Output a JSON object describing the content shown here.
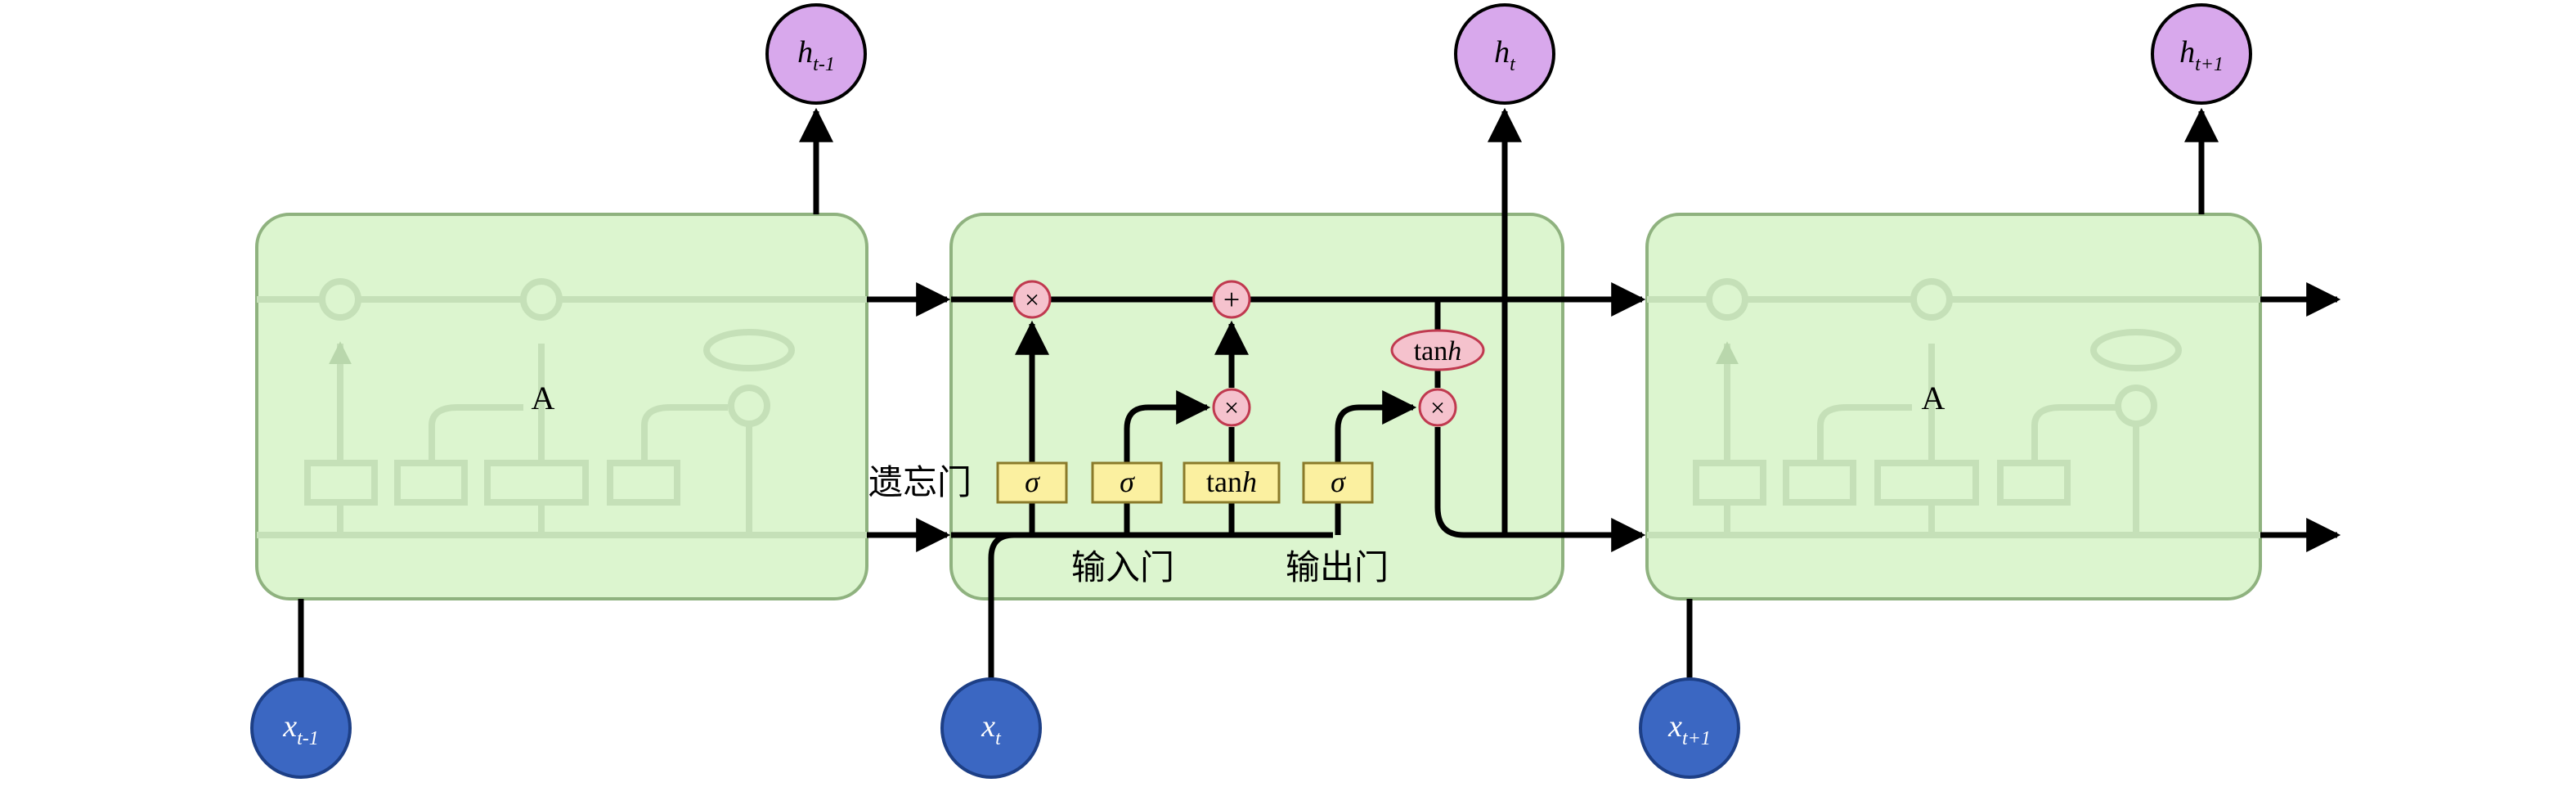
{
  "cells": [
    {
      "id": "prev",
      "label": "A",
      "input": {
        "base": "x",
        "sub": "t-1"
      },
      "output": {
        "base": "h",
        "sub": "t-1"
      }
    },
    {
      "id": "curr",
      "label": "",
      "input": {
        "base": "x",
        "sub": "t"
      },
      "output": {
        "base": "h",
        "sub": "t"
      }
    },
    {
      "id": "next",
      "label": "A",
      "input": {
        "base": "x",
        "sub": "t+1"
      },
      "output": {
        "base": "h",
        "sub": "t+1"
      }
    }
  ],
  "gates": {
    "sigma": "σ",
    "tanh_base": "tan",
    "tanh_var": "h",
    "multiply": "×",
    "add": "+"
  },
  "gate_labels": {
    "forget": "遗忘门",
    "input": "输入门",
    "output": "输出门"
  },
  "colors": {
    "cell_fill": "#dcf5cf",
    "cell_border": "#8fb27f",
    "gate_fill": "#fbf0a0",
    "gate_border": "#8a7a2a",
    "op_fill": "#f5c2cd",
    "op_border": "#c0394f",
    "input_node": "#3b67c2",
    "output_node": "#d8a8ec",
    "line": "#000000"
  }
}
